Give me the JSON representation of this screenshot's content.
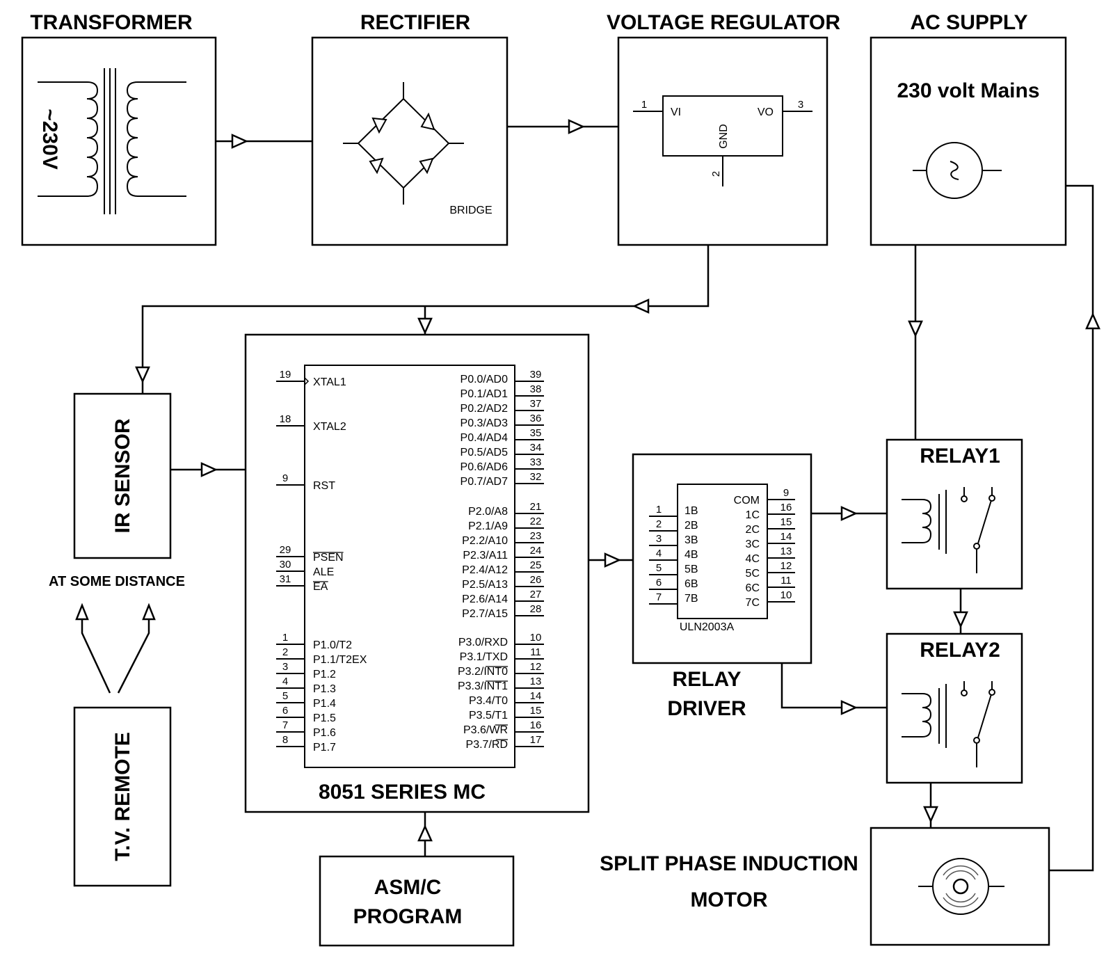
{
  "blocks": {
    "transformer": {
      "title": "TRANSFORMER",
      "voltage": "~230V"
    },
    "rectifier": {
      "title": "RECTIFIER",
      "bridge_label": "BRIDGE"
    },
    "regulator": {
      "title": "VOLTAGE REGULATOR",
      "pin_vi": "VI",
      "pin_vo": "VO",
      "pin_gnd": "GND",
      "pin1": "1",
      "pin2": "2",
      "pin3": "3"
    },
    "ac_supply": {
      "title": "AC SUPPLY",
      "subtitle": "230 volt Mains"
    },
    "ir_sensor": {
      "title": "IR SENSOR",
      "note": "AT SOME DISTANCE"
    },
    "tv_remote": {
      "title": "T.V. REMOTE"
    },
    "mcu": {
      "title": "8051 SERIES MC",
      "left_pins": [
        {
          "num": "19",
          "name": "XTAL1"
        },
        {
          "num": "18",
          "name": "XTAL2"
        },
        {
          "num": "9",
          "name": "RST"
        },
        {
          "num": "29",
          "name": "PSEN"
        },
        {
          "num": "30",
          "name": "ALE"
        },
        {
          "num": "31",
          "name": "EA"
        },
        {
          "num": "1",
          "name": "P1.0/T2"
        },
        {
          "num": "2",
          "name": "P1.1/T2EX"
        },
        {
          "num": "3",
          "name": "P1.2"
        },
        {
          "num": "4",
          "name": "P1.3"
        },
        {
          "num": "5",
          "name": "P1.4"
        },
        {
          "num": "6",
          "name": "P1.5"
        },
        {
          "num": "7",
          "name": "P1.6"
        },
        {
          "num": "8",
          "name": "P1.7"
        }
      ],
      "right_pins": [
        {
          "num": "39",
          "name": "P0.0/AD0"
        },
        {
          "num": "38",
          "name": "P0.1/AD1"
        },
        {
          "num": "37",
          "name": "P0.2/AD2"
        },
        {
          "num": "36",
          "name": "P0.3/AD3"
        },
        {
          "num": "35",
          "name": "P0.4/AD4"
        },
        {
          "num": "34",
          "name": "P0.5/AD5"
        },
        {
          "num": "33",
          "name": "P0.6/AD6"
        },
        {
          "num": "32",
          "name": "P0.7/AD7"
        },
        {
          "num": "21",
          "name": "P2.0/A8"
        },
        {
          "num": "22",
          "name": "P2.1/A9"
        },
        {
          "num": "23",
          "name": "P2.2/A10"
        },
        {
          "num": "24",
          "name": "P2.3/A11"
        },
        {
          "num": "25",
          "name": "P2.4/A12"
        },
        {
          "num": "26",
          "name": "P2.5/A13"
        },
        {
          "num": "27",
          "name": "P2.6/A14"
        },
        {
          "num": "28",
          "name": "P2.7/A15"
        },
        {
          "num": "10",
          "name": "P3.0/RXD"
        },
        {
          "num": "11",
          "name": "P3.1/TXD"
        },
        {
          "num": "12",
          "name": "P3.2/INT0"
        },
        {
          "num": "13",
          "name": "P3.3/INT1"
        },
        {
          "num": "14",
          "name": "P3.4/T0"
        },
        {
          "num": "15",
          "name": "P3.5/T1"
        },
        {
          "num": "16",
          "name": "P3.6/WR"
        },
        {
          "num": "17",
          "name": "P3.7/RD"
        }
      ]
    },
    "program": {
      "line1": "ASM/C",
      "line2": "PROGRAM"
    },
    "relay_driver": {
      "line1": "RELAY",
      "line2": "DRIVER",
      "chip": "ULN2003A",
      "left_pins": [
        {
          "num": "1",
          "name": "1B"
        },
        {
          "num": "2",
          "name": "2B"
        },
        {
          "num": "3",
          "name": "3B"
        },
        {
          "num": "4",
          "name": "4B"
        },
        {
          "num": "5",
          "name": "5B"
        },
        {
          "num": "6",
          "name": "6B"
        },
        {
          "num": "7",
          "name": "7B"
        }
      ],
      "right_pins": [
        {
          "num": "9",
          "name": "COM"
        },
        {
          "num": "16",
          "name": "1C"
        },
        {
          "num": "15",
          "name": "2C"
        },
        {
          "num": "14",
          "name": "3C"
        },
        {
          "num": "13",
          "name": "4C"
        },
        {
          "num": "12",
          "name": "5C"
        },
        {
          "num": "11",
          "name": "6C"
        },
        {
          "num": "10",
          "name": "7C"
        }
      ]
    },
    "relay1": {
      "title": "RELAY1"
    },
    "relay2": {
      "title": "RELAY2"
    },
    "motor": {
      "line1": "SPLIT PHASE INDUCTION",
      "line2": "MOTOR"
    }
  }
}
